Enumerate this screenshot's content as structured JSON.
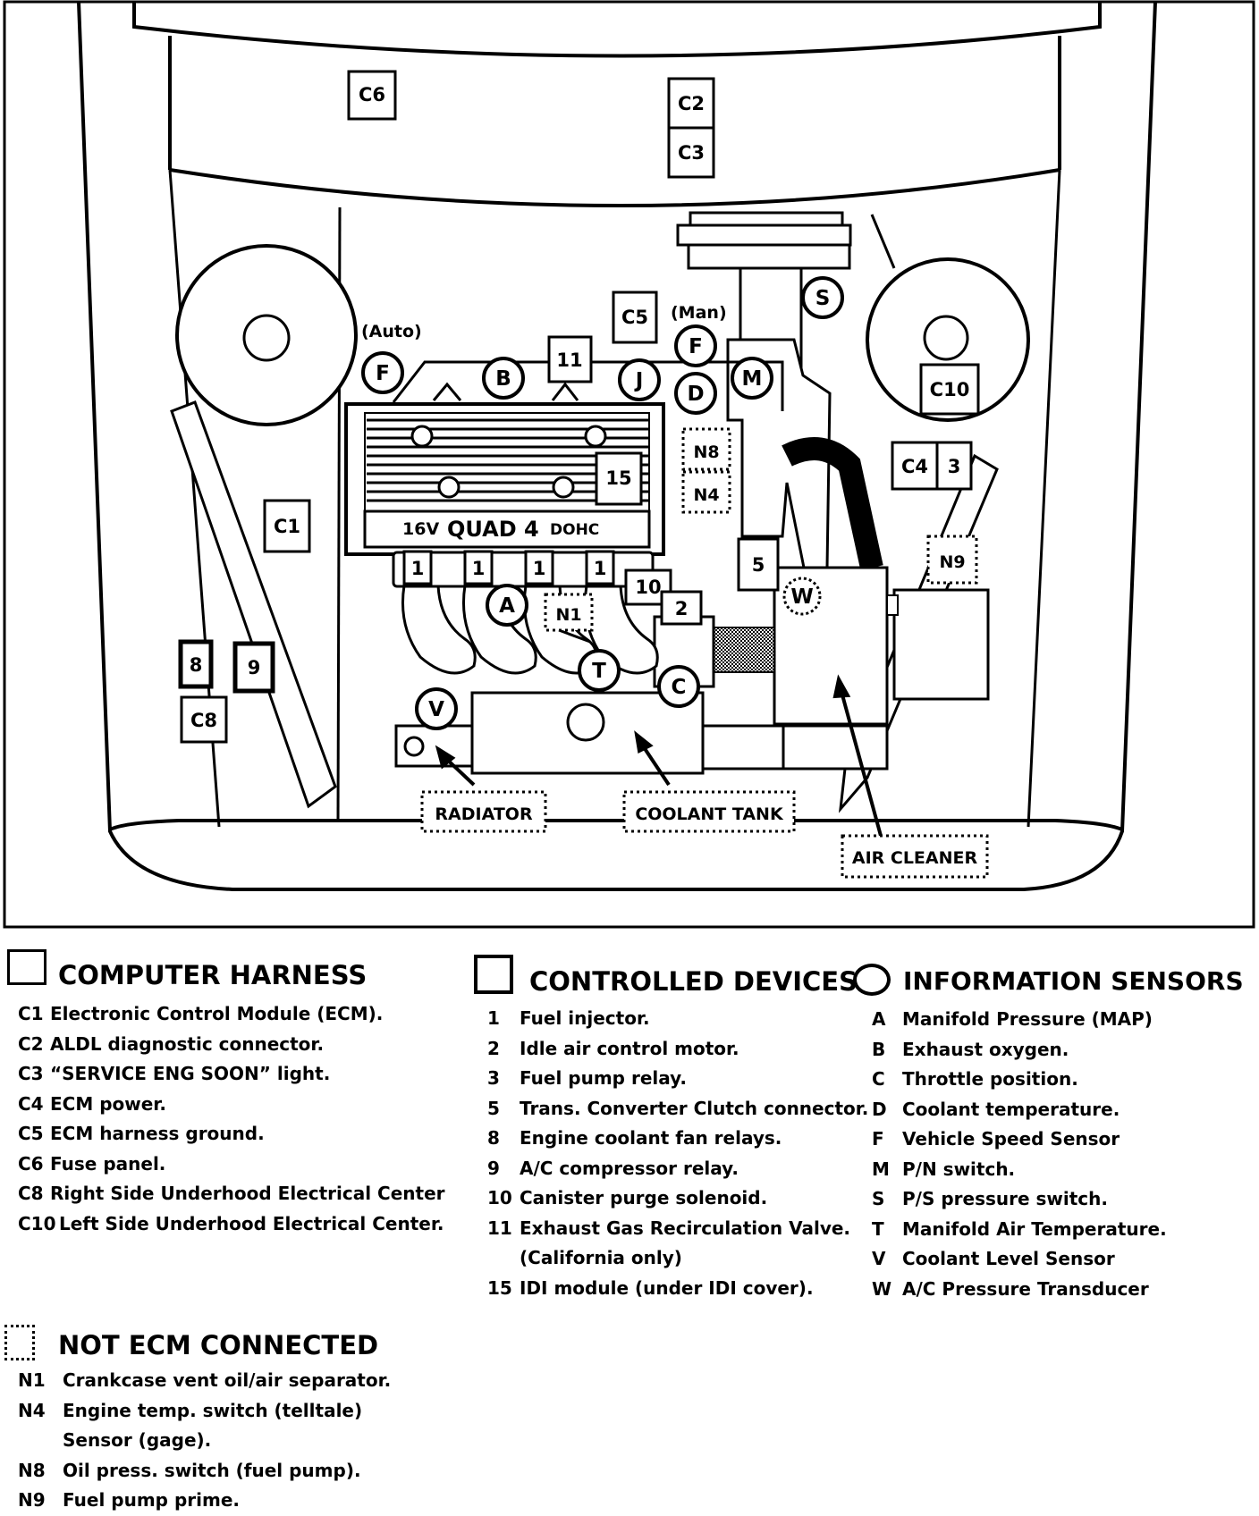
{
  "diagram": {
    "boxes": {
      "C6": "C6",
      "C2": "C2",
      "C3": "C3",
      "C5": "C5",
      "C1": "C1",
      "C10": "C10",
      "C4": "C4",
      "C8": "C8",
      "n3": "3",
      "n5": "5",
      "n8": "8",
      "n9": "9",
      "n11": "11",
      "n15": "15",
      "n10": "10",
      "n2": "2",
      "n1": "1"
    },
    "circles": {
      "F": "F",
      "B": "B",
      "J": "J",
      "D": "D",
      "M": "M",
      "S": "S",
      "A": "A",
      "T": "T",
      "C": "C",
      "V": "V",
      "W": "W"
    },
    "dotted": {
      "N8": "N8",
      "N4": "N4",
      "N9": "N9",
      "N1": "N1",
      "radiator": "RADIATOR",
      "coolant_tank": "COOLANT TANK",
      "air_cleaner": "AIR CLEANER"
    },
    "notes": {
      "auto": "(Auto)",
      "man": "(Man)",
      "engine_prefix": "16V",
      "engine_main": "QUAD 4",
      "engine_suffix": "DOHC"
    }
  },
  "legend": {
    "computer_harness": {
      "title": "COMPUTER HARNESS",
      "items": [
        {
          "code": "C1",
          "desc": "Electronic Control Module (ECM)."
        },
        {
          "code": "C2",
          "desc": "ALDL diagnostic connector."
        },
        {
          "code": "C3",
          "desc": "“SERVICE ENG SOON” light."
        },
        {
          "code": "C4",
          "desc": "ECM power."
        },
        {
          "code": "C5",
          "desc": "ECM harness ground."
        },
        {
          "code": "C6",
          "desc": "Fuse panel."
        },
        {
          "code": "C8",
          "desc": "Right Side Underhood Electrical  Center"
        },
        {
          "code": "C10",
          "desc": " Left Side Underhood Electrical Center."
        }
      ]
    },
    "controlled_devices": {
      "title": "CONTROLLED DEVICES",
      "items": [
        {
          "code": "1",
          "desc": "Fuel injector."
        },
        {
          "code": "2",
          "desc": "Idle air control motor."
        },
        {
          "code": "3",
          "desc": "Fuel pump relay."
        },
        {
          "code": "5",
          "desc": "Trans. Converter Clutch connector."
        },
        {
          "code": "8",
          "desc": "Engine coolant fan relays."
        },
        {
          "code": "9",
          "desc": "A/C compressor relay."
        },
        {
          "code": "10",
          "desc": "Canister purge solenoid."
        },
        {
          "code": "11",
          "desc": " Exhaust Gas Recirculation Valve."
        },
        {
          "code": "",
          "desc": "(California only)"
        },
        {
          "code": "15",
          "desc": "IDI module (under IDI cover)."
        }
      ]
    },
    "information_sensors": {
      "title": "INFORMATION SENSORS",
      "items": [
        {
          "code": "A",
          "desc": "Manifold Pressure (MAP)"
        },
        {
          "code": "B",
          "desc": "Exhaust oxygen."
        },
        {
          "code": "C",
          "desc": "Throttle position."
        },
        {
          "code": "D",
          "desc": "Coolant temperature."
        },
        {
          "code": "F",
          "desc": "Vehicle Speed Sensor"
        },
        {
          "code": "M",
          "desc": "P/N switch."
        },
        {
          "code": "S",
          "desc": "P/S pressure switch."
        },
        {
          "code": "T",
          "desc": "Manifold Air Temperature."
        },
        {
          "code": "V",
          "desc": "Coolant Level Sensor"
        },
        {
          "code": "W",
          "desc": "A/C Pressure Transducer"
        }
      ]
    },
    "not_ecm": {
      "title": "NOT ECM CONNECTED",
      "items": [
        {
          "code": "N1",
          "desc": "Crankcase vent oil/air separator."
        },
        {
          "code": "N4",
          "desc": "Engine temp. switch (telltale)"
        },
        {
          "code": "",
          "desc": "Sensor (gage)."
        },
        {
          "code": "N8",
          "desc": "Oil press. switch (fuel pump)."
        },
        {
          "code": "N9",
          "desc": "Fuel pump prime."
        }
      ]
    }
  }
}
